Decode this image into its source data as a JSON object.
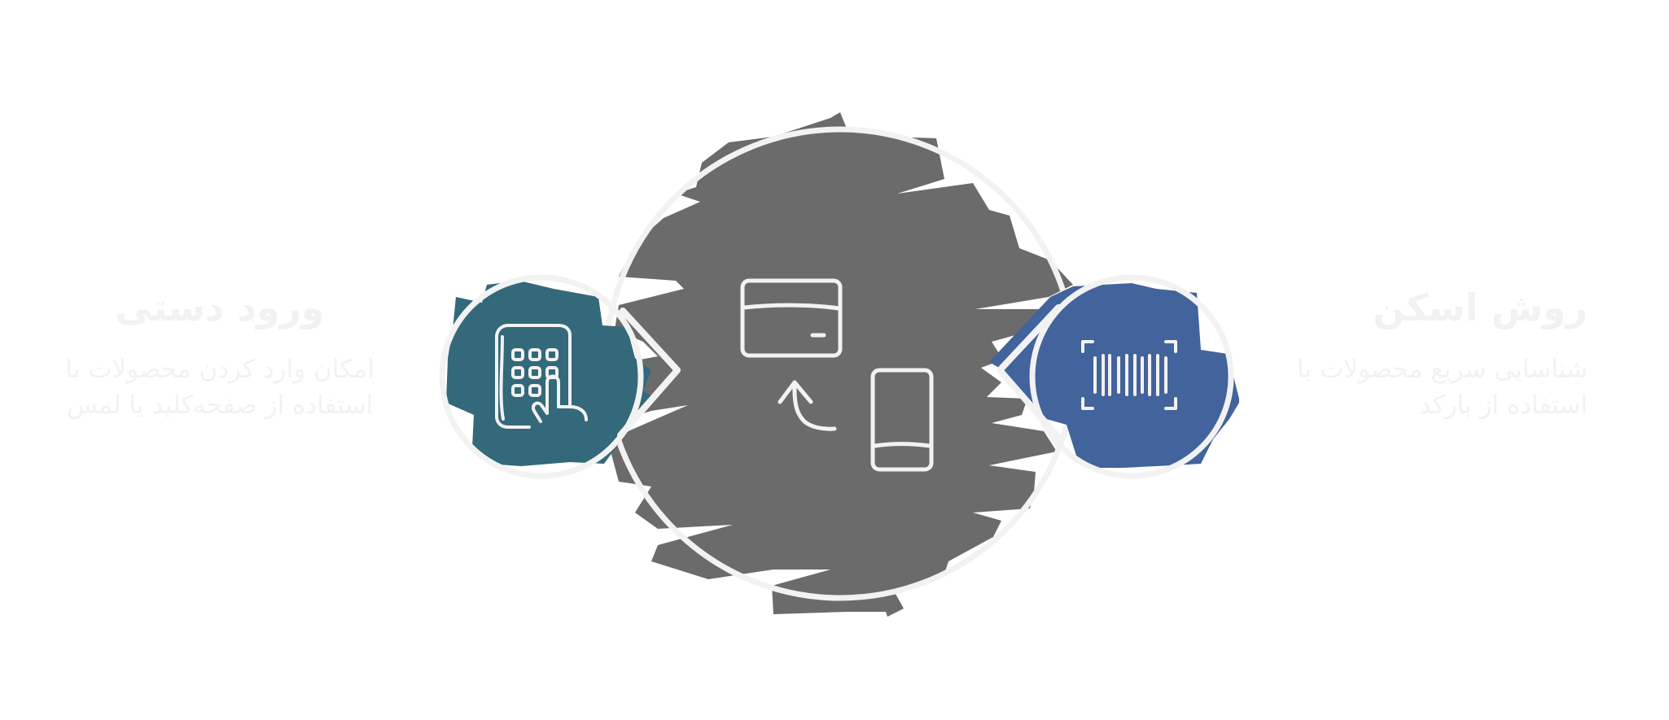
{
  "colors": {
    "center_fill": "#6b6b6b",
    "left_fill": "#33697a",
    "right_fill": "#42639b",
    "outline": "#f2f2f2",
    "text": "#f2f2f2"
  },
  "left_option": {
    "title": "ورود دستی",
    "description": "امکان وارد کردن محصولات با استفاده از صفحه‌کلید یا لمس",
    "icon": "keypad-touch-icon"
  },
  "right_option": {
    "title": "روش اسکن",
    "description": "شناسایی سریع محصولات با استفاده از بارکد",
    "icon": "barcode-scan-icon"
  },
  "center": {
    "icon": "card-to-phone-icon"
  }
}
